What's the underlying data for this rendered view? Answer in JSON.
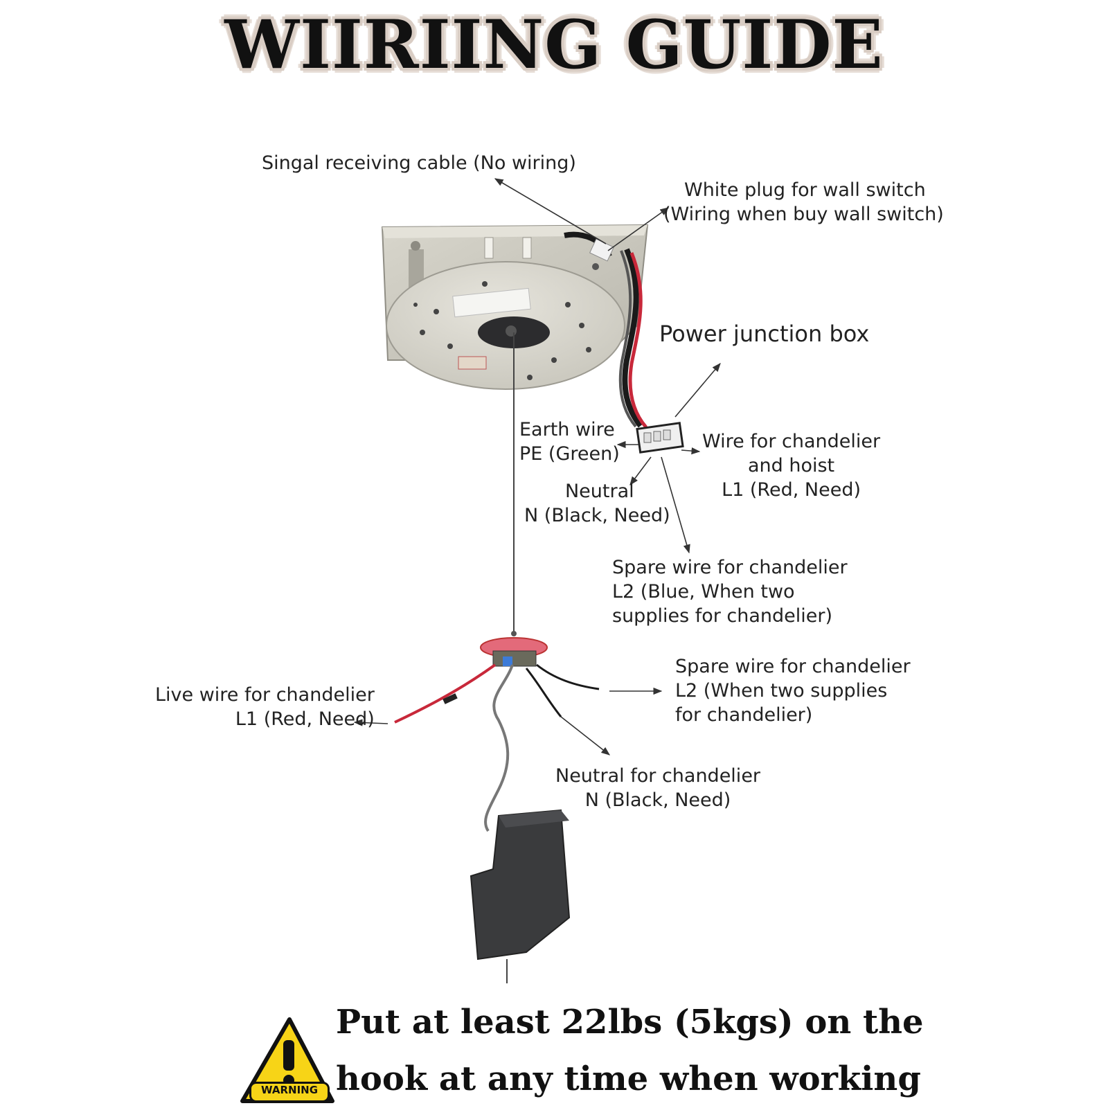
{
  "title": "WIIRIING GUIDE",
  "labels": {
    "signal_cable": "Singal receiving cable (No wiring)",
    "white_plug_line1": "White plug for wall switch",
    "white_plug_line2": "(Wiring when buy wall switch)",
    "power_junction_box": "Power junction  box",
    "earth_wire_line1": "Earth wire",
    "earth_wire_line2": "PE (Green)",
    "wire_chandelier_hoist_line1": "Wire for chandelier",
    "wire_chandelier_hoist_line2": "and hoist",
    "wire_chandelier_hoist_line3": "L1 (Red, Need)",
    "neutral_line1": "Neutral",
    "neutral_line2": "N (Black, Need)",
    "spare_blue_line1": "Spare wire for chandelier",
    "spare_blue_line2": "L2 (Blue, When two",
    "spare_blue_line3": "supplies for chandelier)",
    "spare_lower_line1": "Spare wire for chandelier",
    "spare_lower_line2": "L2 (When two supplies",
    "spare_lower_line3": "for chandelier)",
    "live_wire_line1": "Live wire for chandelier",
    "live_wire_line2": "L1 (Red, Need)",
    "neutral_chandelier_line1": "Neutral for chandelier",
    "neutral_chandelier_line2": "N (Black, Need)"
  },
  "warning": {
    "icon_label": "WARNING",
    "line1": "Put at least 22lbs (5kgs) on the",
    "line2": "hook at any time when working"
  },
  "colors": {
    "warning_yellow": "#f7d417",
    "wire_red": "#c8283a",
    "wire_black": "#1a1a1a",
    "plate": "#cfcdc3",
    "weight": "#3a3b3d"
  }
}
